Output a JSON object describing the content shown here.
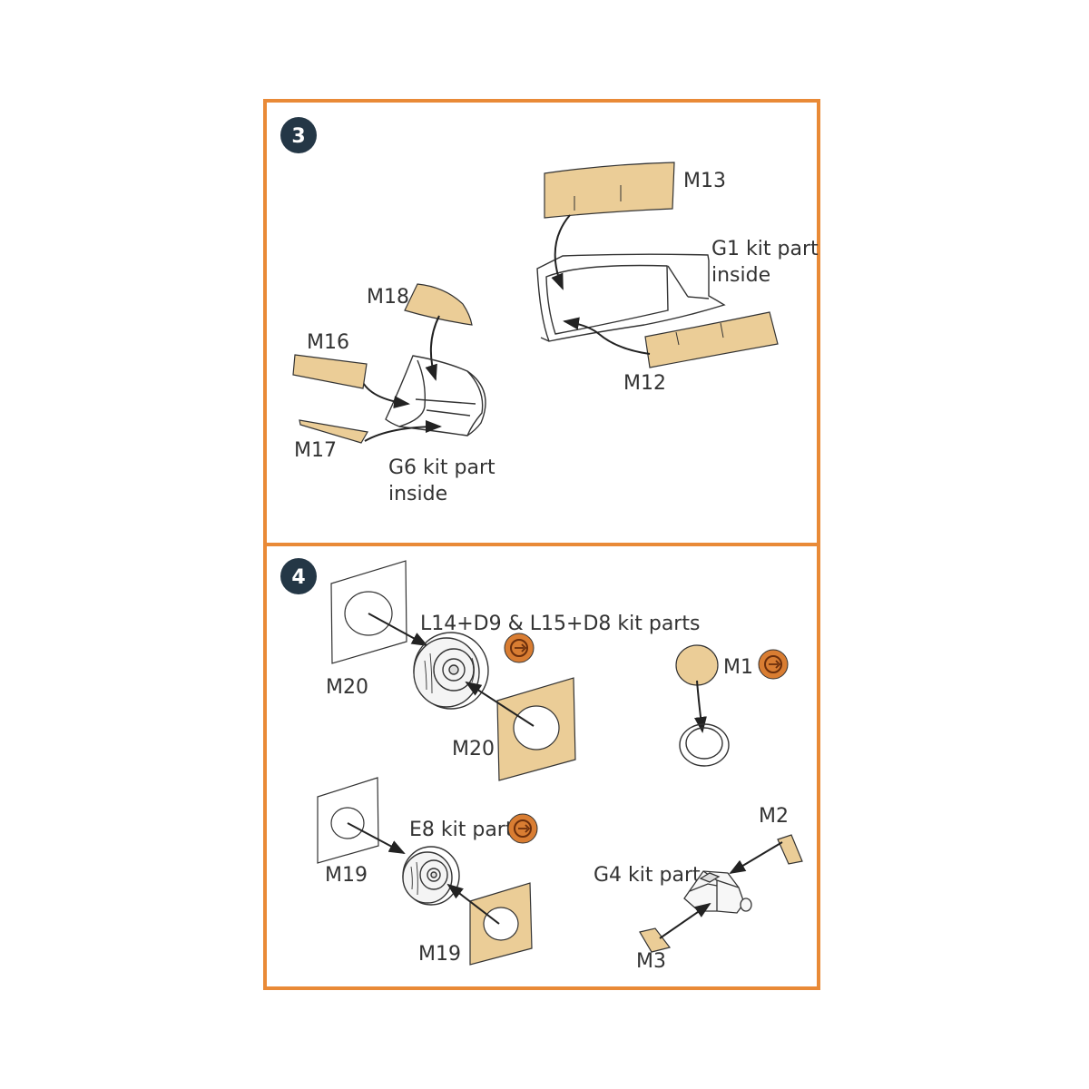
{
  "colors": {
    "frame": "#E98A37",
    "badge": "#243746",
    "mask": "#EBCD97",
    "icon_outer": "#D97D32",
    "icon_inner": "#B45A1E",
    "line": "#333333"
  },
  "steps": [
    {
      "number": "3",
      "labels": {
        "m13": "M13",
        "g1_line1": "G1 kit part",
        "g1_line2": "inside",
        "m12": "M12",
        "m18": "M18",
        "m16": "M16",
        "m17": "M17",
        "g6_line1": "G6 kit part",
        "g6_line2": "inside"
      }
    },
    {
      "number": "4",
      "labels": {
        "kit_parts": "L14+D9 & L15+D8 kit parts",
        "m20_left": "M20",
        "m20_right": "M20",
        "m1": "M1",
        "e8": "E8 kit part",
        "m19_left": "M19",
        "m19_right": "M19",
        "m2": "M2",
        "g4": "G4 kit part",
        "m3": "M3"
      }
    }
  ],
  "icons": [
    "paint-brush-icon",
    "paint-brush-icon",
    "paint-brush-icon"
  ]
}
